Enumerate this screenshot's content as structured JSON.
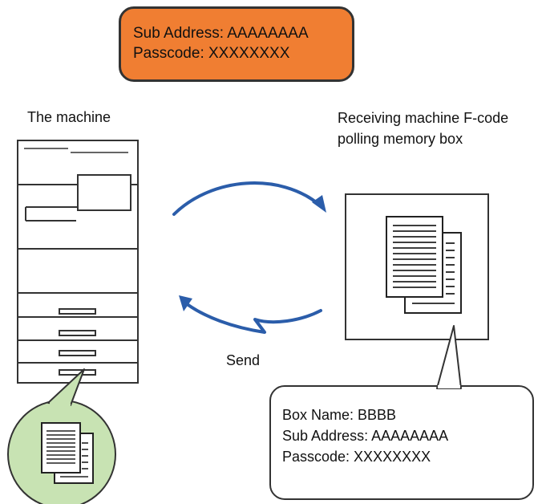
{
  "colors": {
    "orange": "#F07E32",
    "arrow_blue": "#2B5DAA",
    "green_fill": "#C8E3B3",
    "outline": "#333333"
  },
  "header_box": {
    "line1": "Sub Address: AAAAAAAA",
    "line2": "Passcode: XXXXXXXX"
  },
  "labels": {
    "machine": "The machine",
    "receiving": "Receiving machine F-code polling memory box",
    "send": "Send"
  },
  "box_info": {
    "line1": "Box Name: BBBB",
    "line2": "Sub Address: AAAAAAAA",
    "line3": "Passcode: XXXXXXXX"
  },
  "icons": {
    "machine": "multifunction-printer-icon",
    "documents": "document-stack-icon"
  }
}
